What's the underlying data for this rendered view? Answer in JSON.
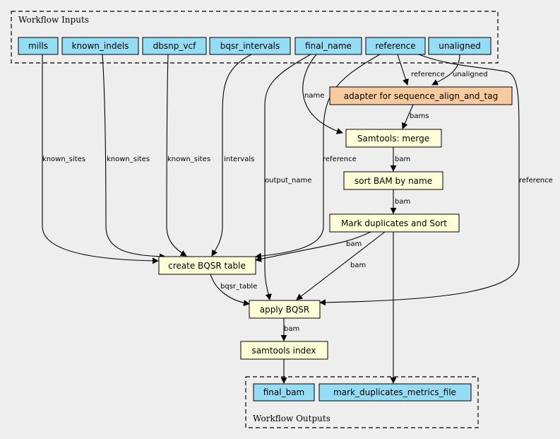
{
  "colors": {
    "background": "#eeeeee",
    "io": "#94ddf4",
    "step": "#ffffd8",
    "adapter": "#f7cb9d"
  },
  "clusters": {
    "inputs": "Workflow Inputs",
    "outputs": "Workflow Outputs"
  },
  "nodes": {
    "mills": "mills",
    "known_indels": "known_indels",
    "dbsnp_vcf": "dbsnp_vcf",
    "bqsr_intervals": "bqsr_intervals",
    "final_name": "final_name",
    "reference": "reference",
    "unaligned": "unaligned",
    "adapter": "adapter for sequence_align_and_tag",
    "merge": "Samtools: merge",
    "sort": "sort BAM by name",
    "markdup": "Mark duplicates and Sort",
    "bqsr_table": "create BQSR table",
    "apply_bqsr": "apply BQSR",
    "index": "samtools index",
    "final_bam": "final_bam",
    "metrics": "mark_duplicates_metrics_file"
  },
  "edges": {
    "ref_adapter": "reference",
    "unaligned_adapter": "unaligned",
    "name_merge": "name",
    "bams": "bams",
    "merge_sort": "bam",
    "sort_markdup": "bam",
    "ref_table": "reference",
    "ref_apply": "reference",
    "mills_ks": "known_sites",
    "indels_ks": "known_sites",
    "dbsnp_ks": "known_sites",
    "intervals": "intervals",
    "output_name": "output_name",
    "markdup_table": "bam",
    "markdup_apply": "bam",
    "bqsr_table": "bqsr_table",
    "apply_index": "bam"
  }
}
